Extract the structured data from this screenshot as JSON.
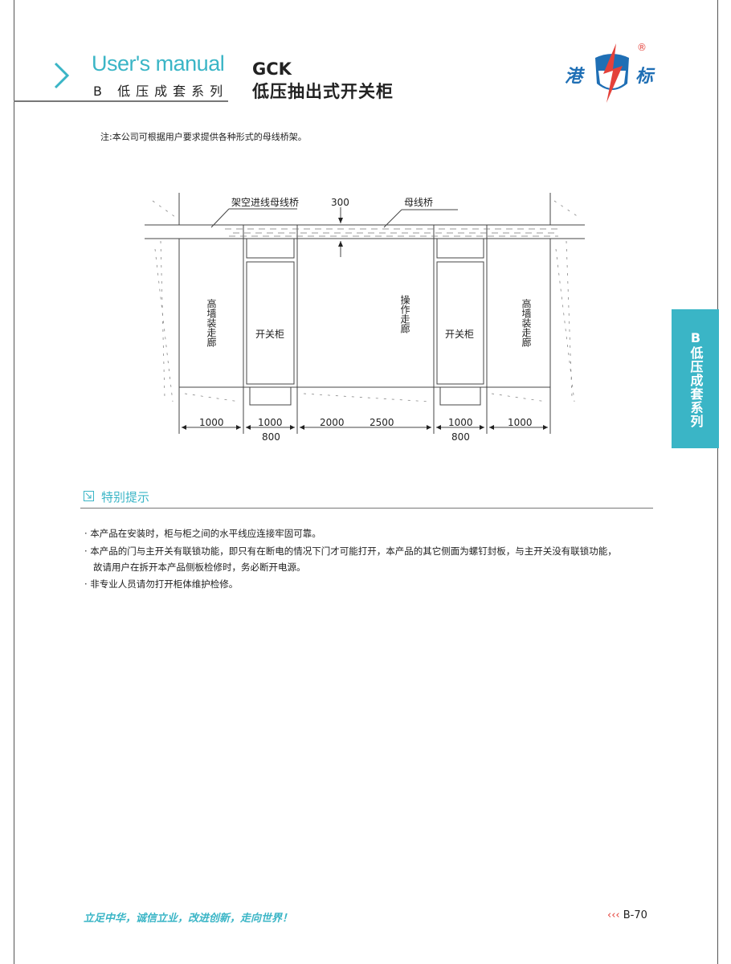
{
  "header": {
    "manual_title": "User's manual",
    "series": "B 低压成套系列",
    "model": "GCK",
    "product_name": "低压抽出式开关柜",
    "logo_left": "港",
    "logo_right": "标",
    "logo_mark": "®"
  },
  "note": "注:本公司可根据用户要求提供各种形式的母线桥架。",
  "diagram": {
    "label_overhead_bridge": "架空进线母线桥",
    "label_busbar_bridge": "母线桥",
    "dim_bridge": "300",
    "wall_corridor": "高墙装走廊",
    "switchgear": "开关柜",
    "operation_corridor": "操作走廊",
    "dims_top": [
      "1000",
      "1000",
      "2000",
      "2500",
      "1000",
      "1000"
    ],
    "dims_bottom": [
      "800",
      "800"
    ]
  },
  "tips": {
    "title": "特别提示",
    "items": [
      "· 本产品在安装时，柜与柜之间的水平线应连接牢固可靠。",
      "· 本产品的门与主开关有联锁功能，即只有在断电的情况下门才可能打开，本产品的其它侧面为螺钉封板，与主开关没有联锁功能，",
      "   故请用户在拆开本产品侧板检修时，务必断开电源。",
      "· 非专业人员请勿打开柜体维护检修。"
    ]
  },
  "side_tab": "B低压成套系列",
  "footer": {
    "slogan": "立足中华，诚信立业，改进创新，走向世界！",
    "page_arrows": "‹‹‹",
    "page": "B-70"
  },
  "colors": {
    "accent": "#3ab5c6",
    "logo_blue": "#1f6fb5",
    "logo_red": "#e4413a"
  }
}
